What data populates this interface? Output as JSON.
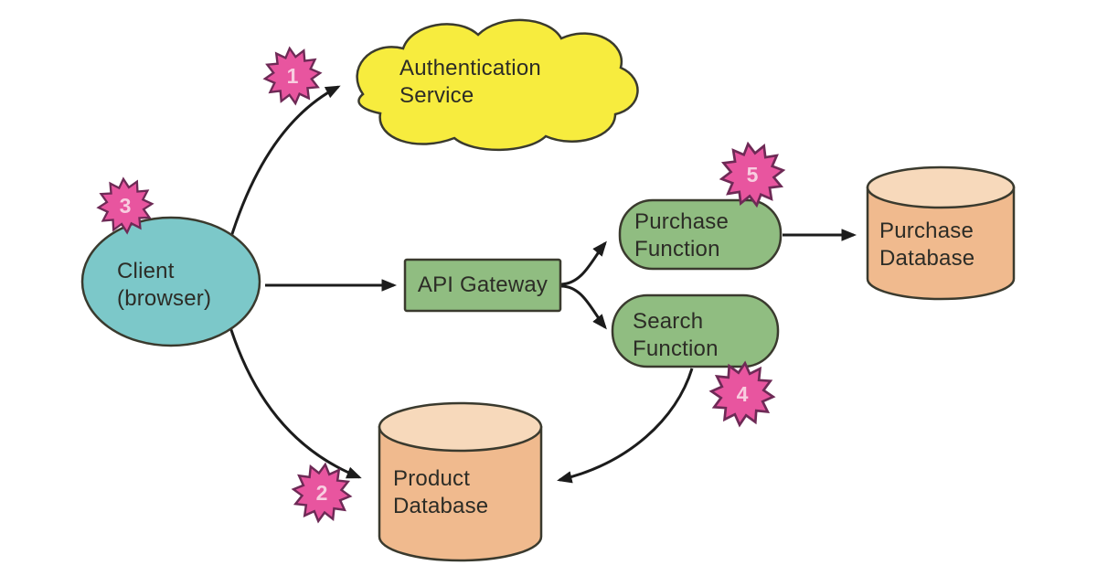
{
  "colors": {
    "cloud_fill": "#f7ec3e",
    "client_fill": "#7cc8c9",
    "service_fill": "#90bd81",
    "database_fill": "#f0ba8e",
    "database_top_fill": "#f7d9bb",
    "badge_fill": "#e8559f",
    "badge_outline": "#6e2a56",
    "badge_number_color": "#f8cde0",
    "outline": "#3a3a2e",
    "arrow": "#1c1c1c",
    "background": "#ffffff"
  },
  "nodes": {
    "auth_service": {
      "label": "Authentication\nService",
      "shape": "cloud"
    },
    "client": {
      "label": "Client\n(browser)",
      "shape": "ellipse"
    },
    "api_gateway": {
      "label": "API Gateway",
      "shape": "rectangle"
    },
    "purchase_function": {
      "label": "Purchase\nFunction",
      "shape": "rounded-rectangle"
    },
    "search_function": {
      "label": "Search\nFunction",
      "shape": "rounded-rectangle"
    },
    "purchase_database": {
      "label": "Purchase\nDatabase",
      "shape": "cylinder"
    },
    "product_database": {
      "label": "Product\nDatabase",
      "shape": "cylinder"
    }
  },
  "badges": [
    {
      "number": "1",
      "near": "arrow from client to auth service"
    },
    {
      "number": "2",
      "near": "arrow from client to product database"
    },
    {
      "number": "3",
      "near": "client ellipse"
    },
    {
      "number": "4",
      "near": "search function"
    },
    {
      "number": "5",
      "near": "purchase function"
    }
  ],
  "edges": [
    {
      "from": "client",
      "to": "auth_service"
    },
    {
      "from": "client",
      "to": "api_gateway"
    },
    {
      "from": "client",
      "to": "product_database"
    },
    {
      "from": "api_gateway",
      "to": "purchase_function"
    },
    {
      "from": "api_gateway",
      "to": "search_function"
    },
    {
      "from": "purchase_function",
      "to": "purchase_database"
    },
    {
      "from": "search_function",
      "to": "product_database"
    }
  ]
}
